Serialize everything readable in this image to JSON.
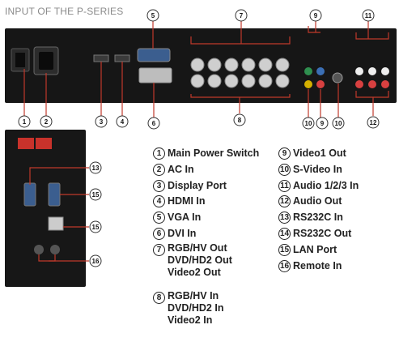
{
  "title": "INPUT OF THE P-SERIES",
  "colors": {
    "accent_line": "#c0392b",
    "panel": "#161616"
  },
  "callouts_top": [
    "5",
    "7",
    "9",
    "11"
  ],
  "callouts_bottom": [
    "1",
    "2",
    "3",
    "4",
    "6",
    "8",
    "10",
    "9",
    "10",
    "12"
  ],
  "callouts_side": [
    "13",
    "15",
    "15",
    "16"
  ],
  "legend_left": [
    {
      "num": "1",
      "lines": [
        "Main Power Switch"
      ]
    },
    {
      "num": "2",
      "lines": [
        "AC In"
      ]
    },
    {
      "num": "3",
      "lines": [
        "Display Port"
      ]
    },
    {
      "num": "4",
      "lines": [
        "HDMI In"
      ]
    },
    {
      "num": "5",
      "lines": [
        "VGA In"
      ]
    },
    {
      "num": "6",
      "lines": [
        "DVI In"
      ]
    },
    {
      "num": "7",
      "lines": [
        "RGB/HV Out",
        "DVD/HD2 Out",
        "Video2 Out"
      ]
    },
    {
      "num": "8",
      "lines": [
        "RGB/HV In",
        "DVD/HD2 In",
        "Video2 In"
      ]
    }
  ],
  "legend_right": [
    {
      "num": "9",
      "lines": [
        "Video1 Out"
      ]
    },
    {
      "num": "10",
      "lines": [
        "S-Video In"
      ]
    },
    {
      "num": "11",
      "lines": [
        "Audio 1/2/3 In"
      ]
    },
    {
      "num": "12",
      "lines": [
        "Audio Out"
      ]
    },
    {
      "num": "13",
      "lines": [
        "RS232C In"
      ]
    },
    {
      "num": "14",
      "lines": [
        "RS232C Out"
      ]
    },
    {
      "num": "15",
      "lines": [
        "LAN Port"
      ]
    },
    {
      "num": "16",
      "lines": [
        "Remote In"
      ]
    }
  ]
}
